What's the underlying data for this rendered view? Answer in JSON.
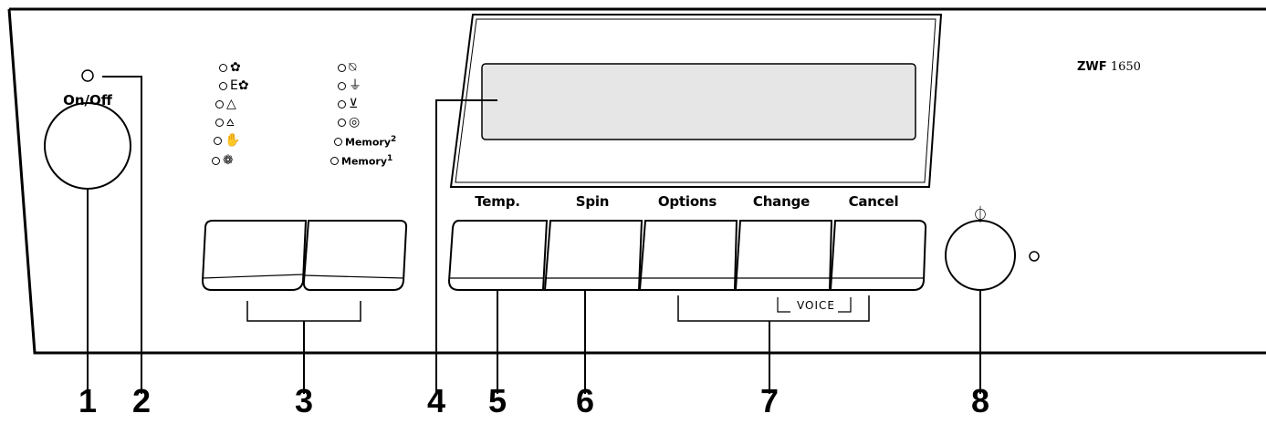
{
  "brand": {
    "model_prefix": "ZWF",
    "model_number": "1650"
  },
  "power": {
    "label": "On/Off"
  },
  "start_icon": "⏀",
  "programme_leds": [
    {
      "symbol": "✿",
      "icon": "cotton-flower-icon"
    },
    {
      "symbol": "E✿",
      "icon": "eco-cotton-icon"
    },
    {
      "symbol": "△",
      "icon": "synthetics-icon"
    },
    {
      "symbol": "⩟",
      "icon": "easy-iron-icon"
    },
    {
      "symbol": "✋",
      "icon": "handwash-icon"
    },
    {
      "symbol": "❁",
      "icon": "wool-icon"
    }
  ],
  "phase_leds": [
    {
      "symbol": "⍉",
      "icon": "prewash-icon"
    },
    {
      "symbol": "⏚",
      "icon": "main-wash-icon"
    },
    {
      "symbol": "⊻",
      "icon": "rinse-icon"
    },
    {
      "symbol": "◎",
      "icon": "spin-icon"
    }
  ],
  "memory_leds": [
    {
      "text": "Memory",
      "sup": "2"
    },
    {
      "text": "Memory",
      "sup": "1"
    }
  ],
  "buttons": [
    {
      "label": "Temp."
    },
    {
      "label": "Spin"
    },
    {
      "label": "Options"
    },
    {
      "label": "Change"
    },
    {
      "label": "Cancel"
    }
  ],
  "voice_label": "VOICE",
  "callouts": [
    "1",
    "2",
    "3",
    "4",
    "5",
    "6",
    "7",
    "8"
  ]
}
